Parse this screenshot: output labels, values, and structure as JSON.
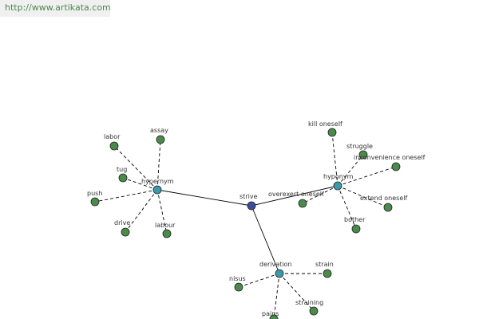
{
  "site": {
    "url": "http://www.artikata.com",
    "url_color": "#4a8a4a"
  },
  "colors": {
    "root_fill": "#3c4e9a",
    "relation_fill": "#3c9aa8",
    "word_fill": "#4a8a4a",
    "node_stroke": "#222222",
    "edge_color": "#000000"
  },
  "graph": {
    "root": "strive",
    "relations": [
      {
        "id": "hypernym",
        "label": "hypernym",
        "words": [
          "labor",
          "assay",
          "tug",
          "push",
          "drive",
          "labour"
        ]
      },
      {
        "id": "hyponym",
        "label": "hyponym",
        "words": [
          "kill oneself",
          "struggle",
          "inconvenience oneself",
          "overexert oneself",
          "extend oneself",
          "bother"
        ]
      },
      {
        "id": "derivation",
        "label": "derivation",
        "words": [
          "strain",
          "nisus",
          "pains",
          "straining"
        ]
      }
    ]
  }
}
